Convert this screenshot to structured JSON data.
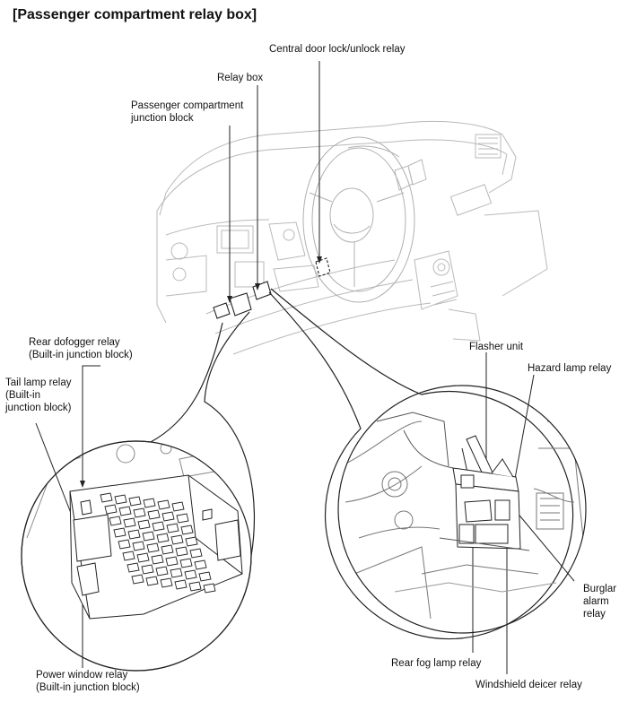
{
  "title": "[Passenger compartment relay box]",
  "labels": {
    "central_door": "Central door lock/unlock relay",
    "relay_box": "Relay box",
    "junction_block": [
      "Passenger compartment",
      "junction block"
    ],
    "rear_defogger": [
      "Rear dofogger relay",
      "(Built-in junction block)"
    ],
    "tail_lamp": [
      "Tail lamp relay",
      "(Built-in",
      "junction block)"
    ],
    "power_window": [
      "Power window relay",
      "(Built-in junction block)"
    ],
    "flasher": "Flasher unit",
    "hazard": "Hazard lamp relay",
    "burglar": [
      "Burglar",
      "alarm",
      "relay"
    ],
    "rear_fog": "Rear fog lamp relay",
    "windshield": "Windshield deicer relay"
  }
}
